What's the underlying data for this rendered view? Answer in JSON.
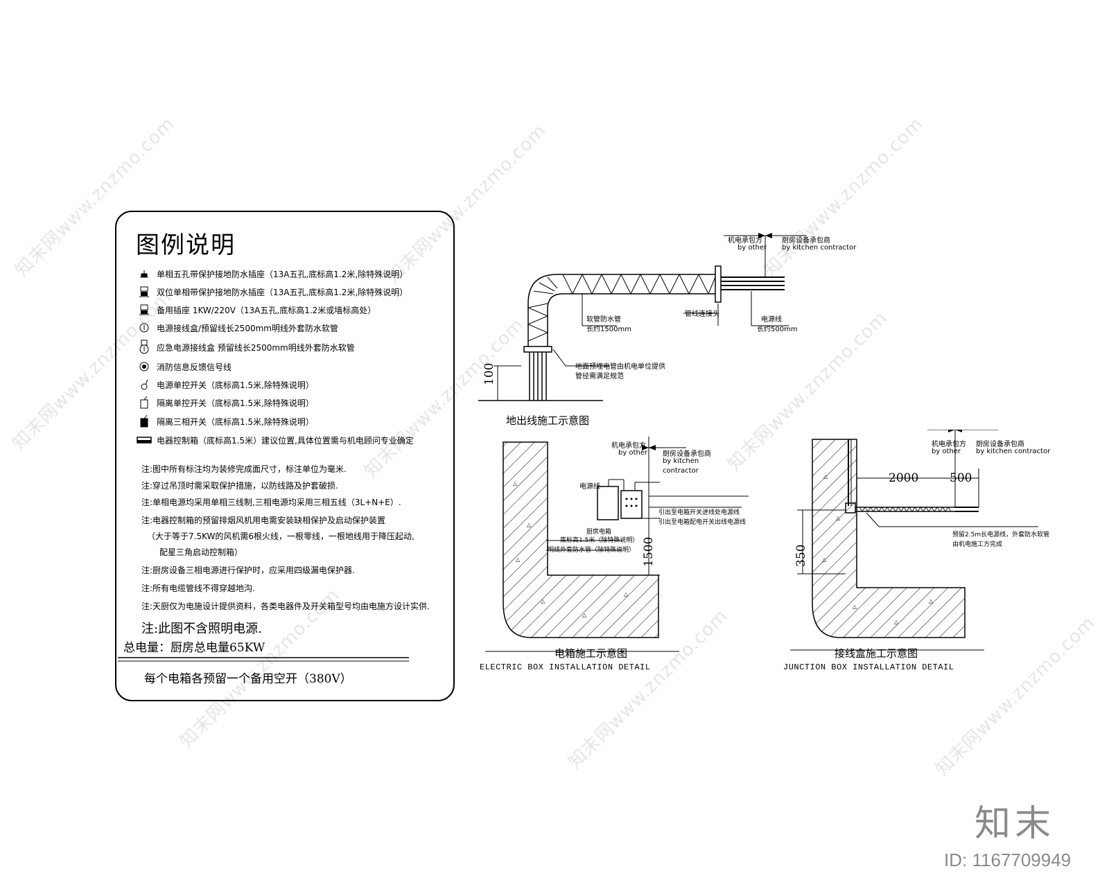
{
  "legend": {
    "title": "图例说明",
    "items": [
      {
        "icon": "single-socket-icon",
        "text": "单相五孔带保护接地防水插座（13A五孔,底标高1.2米,除特殊说明）"
      },
      {
        "icon": "double-socket-icon",
        "text": "双位单相带保护接地防水插座（13A五孔,底标高1.2米,除特殊说明）"
      },
      {
        "icon": "spare-socket-icon",
        "text": "备用插座 1KW/220V（13A五孔,底标高1.2米或墙标高处）"
      },
      {
        "icon": "power-junction-icon",
        "text": "电源接线盒/预留线长2500mm明线外套防水软管"
      },
      {
        "icon": "emergency-junction-icon",
        "text": "应急电源接线盒 预留线长2500mm明线外套防水软管"
      },
      {
        "icon": "fire-signal-icon",
        "text": "消防信息反馈信号线"
      },
      {
        "icon": "single-switch-icon",
        "text": "电源单控开关（底标高1.5米,除特殊说明）"
      },
      {
        "icon": "isolation-switch-icon",
        "text": "隔离单控开关（底标高1.5米,除特殊说明）"
      },
      {
        "icon": "isolation-3p-switch-icon",
        "text": "隔离三相开关（底标高1.5米,除特殊说明）"
      },
      {
        "icon": "control-box-icon",
        "text": "电器控制箱（底标高1.5米）建议位置,具体位置需与机电顾问专业确定"
      }
    ],
    "notes": [
      "注:图中所有标注均为装修完成面尺寸，标注单位为毫米.",
      "注:穿过吊顶时需采取保护措施，以防线路及护套破损.",
      "注:单相电源均采用单相三线制,三相电源均采用三相五线（3L+N+E）.",
      "注:电器控制箱的预留排烟风机用电需安装缺相保护及启动保护装置",
      "（大于等于7.5KW的风机需6根火线，一根零线，一根地线用于降压起动,",
      "配星三角启动控制箱）",
      "注:厨房设备三相电源进行保护时，应采用四级漏电保护器.",
      "注:所有电缆管线不得穿越地沟.",
      "注:天厨仅为电施设计提供资料，各类电器件及开关箱型号均由电施方设计实供."
    ],
    "note_bold": "注:此图不含照明电源.",
    "total_power": "总电量：厨房总电量65KW",
    "spare_note": "每个电箱各预留一个备用空开（380V）"
  },
  "floor_outlet": {
    "label_top_1a": "机电承包方",
    "label_top_1b": "by other",
    "label_top_2a": "厨房设备承包商",
    "label_top_2b": "by kitchen contractor",
    "label_pipe": "软管防水管",
    "label_pipe_len": "长约1500mm",
    "label_joint": "管线连接头",
    "label_wire": "电源线",
    "label_wire_len": "长约500mm",
    "label_base_a": "地面预埋电管由机电单位提供",
    "label_base_b": "管径需满足规范",
    "dimension": "100",
    "caption": "地出线施工示意图"
  },
  "electric_box": {
    "label_top_a": "机电承包方",
    "label_top_b": "by other",
    "label_top_c": "厨房设备承包商",
    "label_top_d": "by kitchen",
    "label_top_e": "contractor",
    "label_ctrl": "电源线",
    "label_l1": "引出至电箱开关进线处电源线",
    "label_l2": "引出至电箱配电开关出线电源线",
    "label_box_a": "厨房电箱",
    "label_box_b": "底标高1.5米（除特殊说明）",
    "label_box_c": "明线外套防水管（除特殊说明）",
    "dimension": "1500",
    "caption": "电箱施工示意图",
    "caption_en": "ELECTRIC BOX INSTALLATION DETAIL"
  },
  "junction_box": {
    "label_top_a": "机电承包方",
    "label_top_b": "by other",
    "label_top_c": "厨房设备承包商",
    "label_top_d": "by kitchen contractor",
    "dim_2000": "2000",
    "dim_500": "500",
    "dim_350": "350",
    "label_right_a": "预留2.5m长电源线，外套防水软管",
    "label_right_b": "由机电施工方完成",
    "caption": "接线盒施工示意图",
    "caption_en": "JUNCTION BOX INSTALLATION DETAIL"
  },
  "watermark": {
    "text": "知末网www.znzmo.com"
  },
  "brand": {
    "logo_text": "知末",
    "image_id": "ID: 1167709949"
  }
}
